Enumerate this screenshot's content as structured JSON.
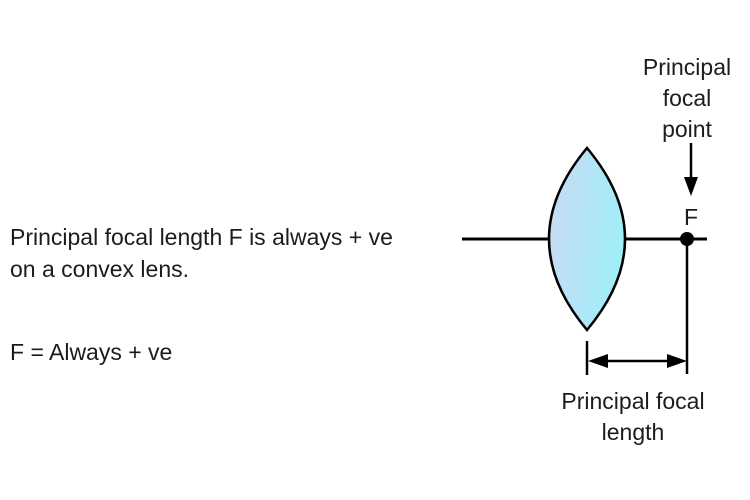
{
  "colors": {
    "background": "#ffffff",
    "text": "#1c1c1c",
    "line": "#000000",
    "lens_gradient_left": "#c6dbf3",
    "lens_gradient_right": "#9df0f9"
  },
  "caption": {
    "line1": "Principal focal length F is always + ve",
    "line2": "on a convex lens.",
    "formula": "F = Always + ve"
  },
  "focal_point_label": {
    "lines": [
      "Principal",
      "focal",
      "point"
    ],
    "symbol": "F"
  },
  "focal_length_label": {
    "lines": [
      "Principal focal",
      "length"
    ]
  }
}
